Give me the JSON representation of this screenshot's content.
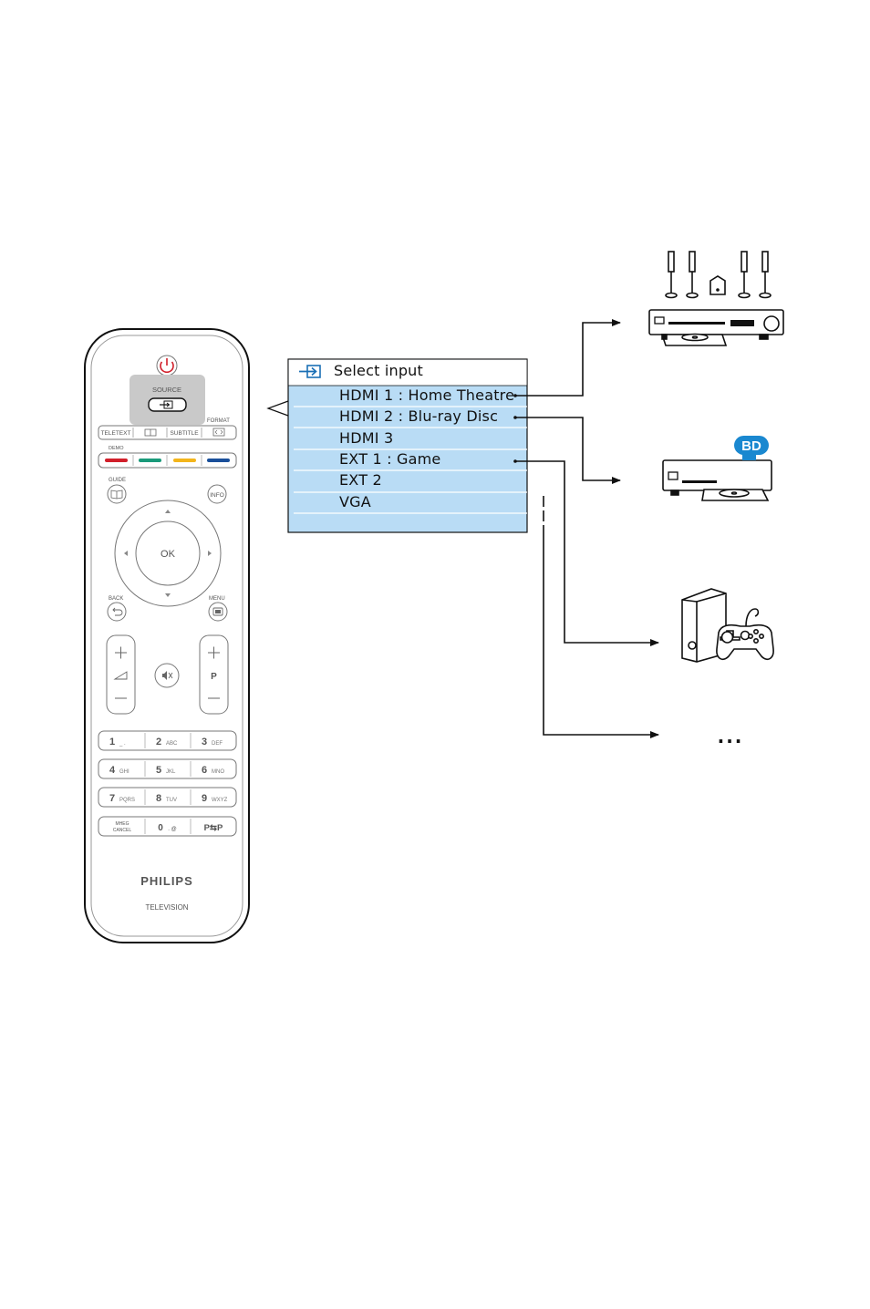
{
  "menu": {
    "title": "Select input",
    "items": [
      {
        "label": "HDMI 1 : Home Theatre",
        "connected_to": "home-theatre"
      },
      {
        "label": "HDMI 2 : Blu-ray Disc",
        "connected_to": "bluray-player"
      },
      {
        "label": "HDMI 3"
      },
      {
        "label": "EXT 1 : Game",
        "connected_to": "game-console"
      },
      {
        "label": "EXT 2"
      },
      {
        "label": "VGA"
      }
    ],
    "highlight_color": "#b9dcf5",
    "icon_color": "#1a6fb5"
  },
  "remote": {
    "source_label": "SOURCE",
    "teletext_label": "TELETEXT",
    "subtitle_label": "SUBTITLE",
    "format_label": "FORMAT",
    "demo_label": "DEMO",
    "guide_label": "GUIDE",
    "info_label": "INFO",
    "ok_label": "OK",
    "back_label": "BACK",
    "menu_label": "MENU",
    "p_label": "P",
    "keys": [
      {
        "num": "1",
        "sub": "_ ."
      },
      {
        "num": "2",
        "sub": "ABC"
      },
      {
        "num": "3",
        "sub": "DEF"
      },
      {
        "num": "4",
        "sub": "GHI"
      },
      {
        "num": "5",
        "sub": "JKL"
      },
      {
        "num": "6",
        "sub": "MNO"
      },
      {
        "num": "7",
        "sub": "PQRS"
      },
      {
        "num": "8",
        "sub": "TUV"
      },
      {
        "num": "9",
        "sub": "WXYZ"
      }
    ],
    "mheg_label_1": "MHEG",
    "mheg_label_2": "CANCEL",
    "zero_key": "0",
    "zero_sub": ". @",
    "pp_label": "P⇆P",
    "brand": "PHILIPS",
    "subbrand": "TELEVISION",
    "colors": {
      "red": "#d11f2a",
      "green": "#1a9a7a",
      "yellow": "#f3b51b",
      "blue": "#1a4f9a",
      "power": "#d11f2a"
    }
  },
  "devices": {
    "bd_badge": "BD",
    "bd_badge_color": "#1a88d0",
    "more_label": "..."
  }
}
